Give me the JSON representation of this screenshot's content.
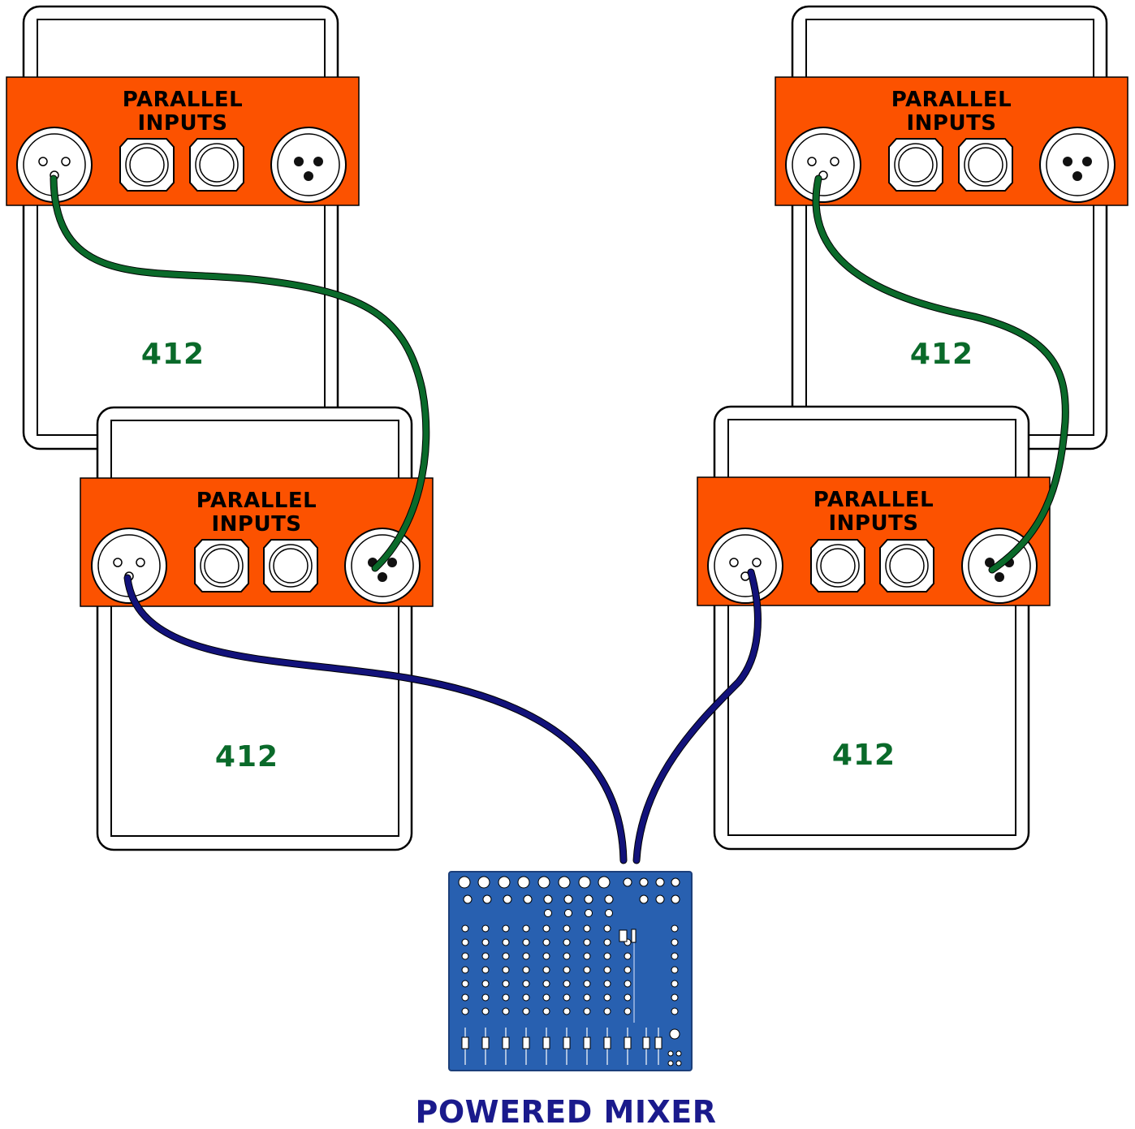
{
  "colors": {
    "panel": "#fc5200",
    "cable_link": "#0a6a2a",
    "cable_mixer": "#12127a",
    "cabinet_label": "#0a6a2a",
    "mixer_body": "#2860b0",
    "mixer_label": "#1a1a8c"
  },
  "cabinets": [
    {
      "id": "top-left",
      "label": "412",
      "panel_title_line1": "PARALLEL",
      "panel_title_line2": "INPUTS"
    },
    {
      "id": "top-right",
      "label": "412",
      "panel_title_line1": "PARALLEL",
      "panel_title_line2": "INPUTS"
    },
    {
      "id": "bottom-left",
      "label": "412",
      "panel_title_line1": "PARALLEL",
      "panel_title_line2": "INPUTS"
    },
    {
      "id": "bottom-right",
      "label": "412",
      "panel_title_line1": "PARALLEL",
      "panel_title_line2": "INPUTS"
    }
  ],
  "panel_connectors": [
    "xlr-female-jack",
    "quarter-inch-jack",
    "quarter-inch-jack",
    "xlr-male-jack"
  ],
  "cables": [
    {
      "name": "link-cable-left",
      "from": "top-left xlr-female-jack",
      "to": "bottom-left xlr-male-jack",
      "color": "cable_link"
    },
    {
      "name": "link-cable-right",
      "from": "top-right xlr-female-jack",
      "to": "bottom-right xlr-male-jack",
      "color": "cable_link"
    },
    {
      "name": "mixer-cable-left",
      "from": "powered mixer",
      "to": "bottom-left xlr-female-jack",
      "color": "cable_mixer"
    },
    {
      "name": "mixer-cable-right",
      "from": "powered mixer",
      "to": "bottom-right xlr-female-jack",
      "color": "cable_mixer"
    }
  ],
  "mixer": {
    "label": "POWERED MIXER",
    "icon": "mixer-console-icon"
  }
}
